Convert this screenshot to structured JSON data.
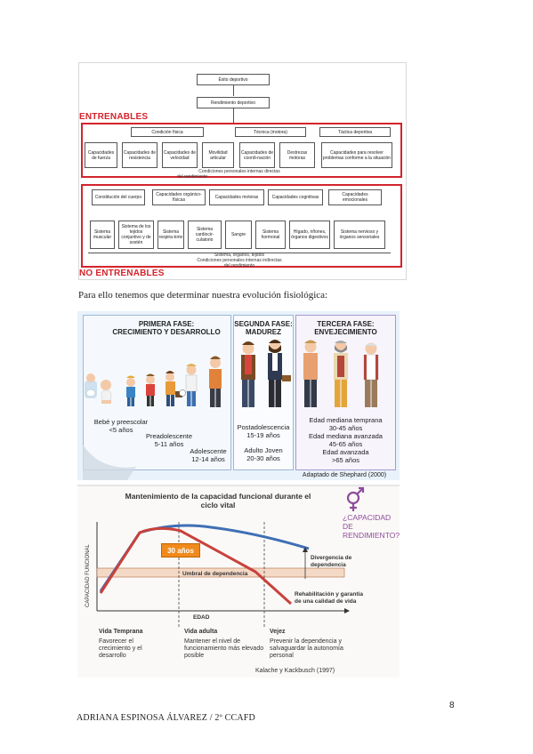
{
  "diagram1": {
    "top_boxes": [
      "Éxito deportivo",
      "Rendimiento deportivo"
    ],
    "trainable_label": "ENTRENABLES",
    "non_trainable_label": "NO ENTRENABLES",
    "trainable_groups": [
      "Condición física",
      "Técnica (motora)",
      "Táctica deportiva"
    ],
    "trainable_items": [
      "Capacidades de fuerza",
      "Capacidades de resistencia",
      "Capacidades de velocidad",
      "Movilidad articular",
      "Capacidades de coordi-nación",
      "Destrezas motoras",
      "Capacidades para resolver problemas conforme a la situación"
    ],
    "trainable_footer": [
      "Condiciones personales internas directas",
      "del rendimiento"
    ],
    "nontrainable_groups": [
      "Constitución del cuerpo",
      "Capacidades orgánico-físicas",
      "Capacidades motoras",
      "Capacidades cognitivas",
      "Capacidades emocionales"
    ],
    "nontrainable_items": [
      "Sistema muscular",
      "Sistema de los tejidos conjuntivo y de sostén",
      "Sistema respira-torio",
      "Sistema cardiocir-culatorio",
      "Sangre",
      "Sistema hormonal",
      "Hígado, riñones, órganos digestivos",
      "Sistema nervioso y órganos sensoriales"
    ],
    "nontrainable_footer": [
      "Sistema, órganos, tejidos",
      "Condiciones personales internas indirectas",
      "del rendimiento"
    ]
  },
  "paragraph": "Para ello tenemos que determinar nuestra evolución fisiológica:",
  "diagram2": {
    "phases": [
      {
        "title_1": "PRIMERA FASE:",
        "title_2": "CRECIMIENTO Y DESARROLLO"
      },
      {
        "title_1": "SEGUNDA FASE:",
        "title_2": "MADUREZ"
      },
      {
        "title_1": "TERCERA FASE:",
        "title_2": "ENVEJECIMIENTO"
      }
    ],
    "stages": {
      "s1": "Bebé y preescolar",
      "s1_age": "<5 años",
      "s2": "Preadolescente",
      "s2_age": "5-11 años",
      "s3": "Adolescente",
      "s3_age": "12-14 años",
      "s4": "Postadolescencia",
      "s4_age": "15-19 años",
      "s5": "Adulto Joven",
      "s5_age": "20-30 años",
      "s6": "Edad mediana temprana",
      "s6_age": "30-45 años",
      "s7": "Edad mediana avanzada",
      "s7_age": "45-65 años",
      "s8": "Edad avanzada",
      "s8_age": ">65 años"
    },
    "source": "Adaptado de Shephard (2000)"
  },
  "diagram3": {
    "title_1": "Mantenimiento de la capacidad funcional durante el",
    "title_2": "ciclo vital",
    "question_1": "¿CAPACIDAD DE",
    "question_2": "RENDIMIENTO?",
    "ylabel": "CAPACIDAD FUNCIONAL",
    "xlabel": "EDAD",
    "peak_label": "30 años",
    "threshold_label": "Umbral de dependencia",
    "divergence_1": "Divergencia de",
    "divergence_2": "dependencia",
    "rehab_1": "Rehabilitación y garantía",
    "rehab_2": "de una calidad de vida",
    "col1_title": "Vida Temprana",
    "col1_text": [
      "Favorecer el",
      "crecimiento y el",
      "desarrollo"
    ],
    "col2_title": "Vida adulta",
    "col2_text": [
      "Mantener el nivel de",
      "funcionamiento más elevado",
      "posible"
    ],
    "col3_title": "Vejez",
    "col3_text": [
      "Prevenir la dependencia y",
      "salvaguardar la autonomía",
      "personal"
    ],
    "source": "Kalache y Kackbusch (1997)",
    "colors": {
      "blue_line": "#3f6fb5",
      "red_line": "#c8413b",
      "purple": "#8e4a9c",
      "orange": "#f08a1c"
    }
  },
  "footer": {
    "page_number": "8",
    "author": "ADRIANA ESPINOSA ÁLVAREZ  / 2º CCAFD"
  }
}
